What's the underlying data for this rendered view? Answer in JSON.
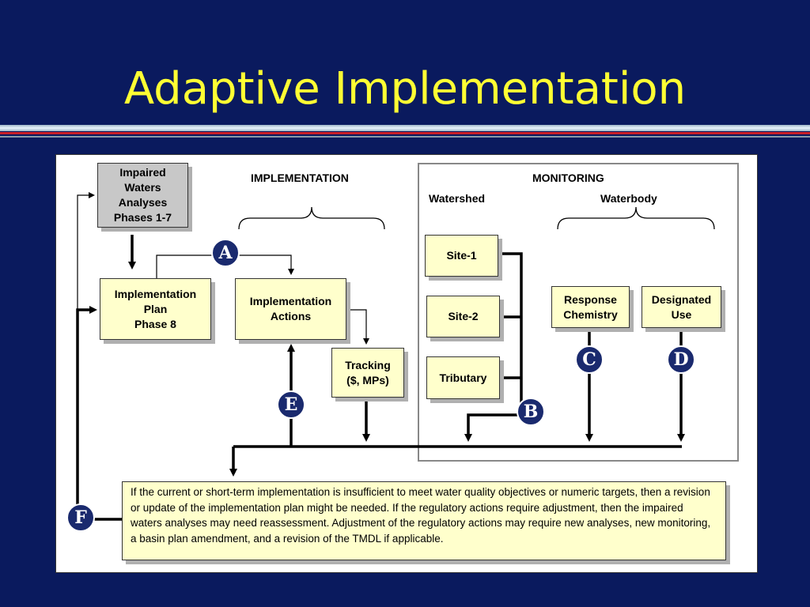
{
  "title": "Adaptive Implementation",
  "headings": {
    "implementation": "IMPLEMENTATION",
    "monitoring": "MONITORING",
    "watershed": "Watershed",
    "waterbody": "Waterbody"
  },
  "boxes": {
    "impaired": "Impaired\nWaters\nAnalyses\nPhases 1-7",
    "plan": "Implementation\nPlan\nPhase 8",
    "actions": "Implementation\nActions",
    "tracking": "Tracking\n($, MPs)",
    "site1": "Site-1",
    "site2": "Site-2",
    "tributary": "Tributary",
    "response": "Response\nChemistry",
    "designated": "Designated\nUse"
  },
  "markers": {
    "a": "A",
    "b": "B",
    "c": "C",
    "d": "D",
    "e": "E",
    "f": "F"
  },
  "note": "If the current or short-term implementation is insufficient to meet water quality objectives or numeric targets, then a revision or update of the implementation plan might be needed.  If the regulatory actions require adjustment, then the impaired waters analyses may need reassessment.  Adjustment of the regulatory actions may require new analyses, new monitoring, a basin plan amendment, and a revision of the TMDL if applicable.",
  "colors": {
    "background": "#0a1a5e",
    "title": "#ffff33",
    "box_fill": "#ffffcc",
    "marker_fill": "#1a2a6e"
  }
}
